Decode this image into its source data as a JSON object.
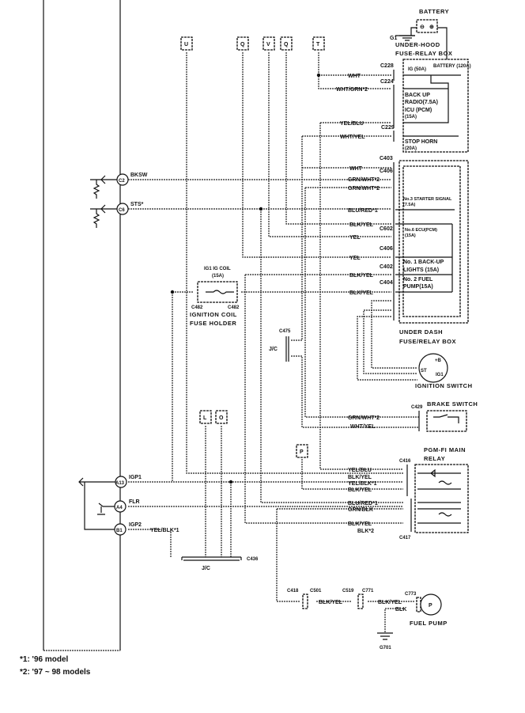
{
  "ecm_pins": [
    {
      "pin": "C2",
      "signal": "BKSW"
    },
    {
      "pin": "C6",
      "signal": "STS*"
    },
    {
      "pin": "A13",
      "signal": "IGP1"
    },
    {
      "pin": "A4",
      "signal": "FLR"
    },
    {
      "pin": "B1",
      "signal": "IGP2"
    }
  ],
  "offpage_connectors": [
    "U",
    "Q",
    "V",
    "Q",
    "T",
    "L",
    "O",
    "P"
  ],
  "battery": {
    "label": "BATTERY",
    "terminals": [
      "⊖",
      "⊕"
    ],
    "ground": "G1"
  },
  "underhood_box": {
    "title1": "UNDER-HOOD",
    "title2": "FUSE-RELAY BOX",
    "fuses": [
      "IG (50A)",
      "BATTERY (120A)",
      "BACK UP",
      "RADIO(7.5A)",
      "ICU (PCM)",
      "(15A)",
      "STOP HORN",
      "(20A)"
    ],
    "connectors": [
      "C228",
      "C224",
      "C229"
    ],
    "wires": [
      "WHT",
      "WHT/GRN*2",
      "YEL/BLU",
      "WHT/YEL"
    ]
  },
  "underdash_box": {
    "title1": "UNDER DASH",
    "title2": "FUSE/RELAY BOX",
    "connectors": [
      "C403",
      "C406",
      "C602",
      "C406",
      "C402",
      "C404"
    ],
    "wires": [
      "WHT",
      "GRN/WHT*2",
      "GRN/WHT*2",
      "BLU/RED*1",
      "BLK/YEL",
      "YEL",
      "YEL",
      "BLK/YEL",
      "BLK/YEL"
    ],
    "fuses": [
      "No.3 STARTER SIGNAL",
      "(7.5A)",
      "No.6 ECU(PCM)",
      "(15A)",
      "No. 1 BACK-UP",
      "LIGHTS (15A)",
      "No. 2 FUEL",
      "PUMP(15A)"
    ]
  },
  "ignition_switch": {
    "label": "IGNITION SWITCH",
    "terminals": [
      "+B",
      "ST",
      "IG1"
    ]
  },
  "ignition_coil": {
    "fuse": "IG1 IG COIL",
    "rating": "(15A)",
    "connectors": [
      "C482",
      "C482"
    ],
    "title1": "IGNITION COIL",
    "title2": "FUSE HOLDER"
  },
  "jc_c475": {
    "connector": "C475",
    "label": "J/C"
  },
  "brake_switch": {
    "label": "BRAKE SWITCH",
    "connector": "C429",
    "wires": [
      "GRN/WHT*2",
      "WHT/YEL"
    ]
  },
  "main_relay": {
    "title1": "PGM-FI MAIN",
    "title2": "RELAY",
    "connectors": [
      "C416",
      "C417"
    ],
    "wires": [
      "YEL/BLU",
      "BLK/YEL",
      "YEL/BLK*1",
      "BLK/YEL",
      "BLU/RED*1",
      "GRN/BLK",
      "BLK/YEL",
      "BLK*2"
    ]
  },
  "jc_c436": {
    "label": "J/C",
    "connector": "C436",
    "wire": "YEL/BLK*1"
  },
  "fuel_pump": {
    "connectors": [
      "C418",
      "C501",
      "C519",
      "C771",
      "C773"
    ],
    "wires": [
      "BLK/YEL",
      "BLK/YEL",
      "BLK"
    ],
    "symbol": "P",
    "label": "FUEL PUMP",
    "ground": "G701"
  },
  "footnotes": [
    "*1: '96 model",
    "*2: '97 ~ 98 models"
  ]
}
